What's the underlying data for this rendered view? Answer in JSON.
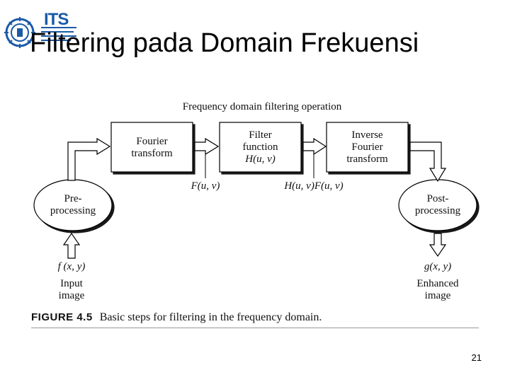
{
  "slide": {
    "logo_text": "ITS",
    "title": "Filtering pada Domain Frekuensi",
    "page_number": "21"
  },
  "figure": {
    "heading": "Frequency domain filtering operation",
    "blocks": {
      "fourier": [
        "Fourier",
        "transform"
      ],
      "filter": [
        "Filter",
        "function",
        "H(u, v)"
      ],
      "inverse": [
        "Inverse",
        "Fourier",
        "transform"
      ],
      "pre": [
        "Pre-",
        "processing"
      ],
      "post": [
        "Post-",
        "processing"
      ]
    },
    "signals": {
      "F": "F(u, v)",
      "HF": "H(u, v)F(u, v)",
      "f": "f (x, y)",
      "g": "g(x, y)"
    },
    "input_label": [
      "Input",
      "image"
    ],
    "output_label": [
      "Enhanced",
      "image"
    ],
    "caption_label": "FIGURE 4.5",
    "caption_text": "Basic steps for filtering in the frequency domain."
  }
}
